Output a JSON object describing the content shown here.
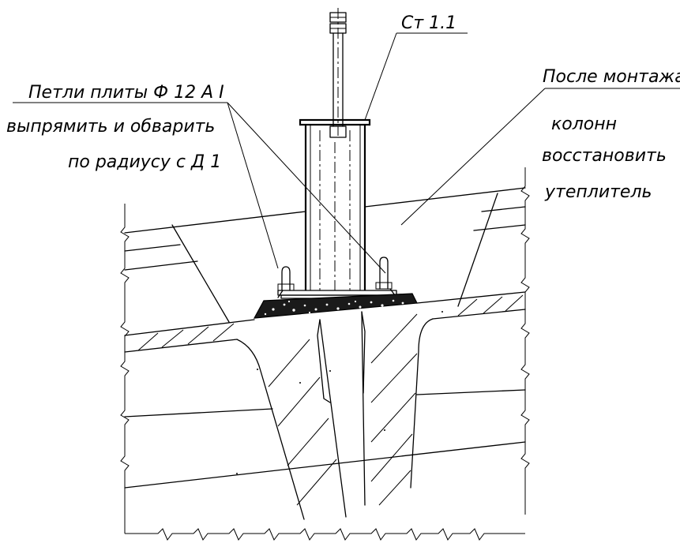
{
  "labels": {
    "steel": "Ст  1.1",
    "loops_line1": "Петли плиты Ф 12 А I",
    "loops_line2": "выпрямить и обварить",
    "loops_line3": "по радиусу с Д 1",
    "after_line1": "После монтажа",
    "after_line2": "колонн",
    "after_line3": "восстановить",
    "after_line4": "утеплитель"
  }
}
